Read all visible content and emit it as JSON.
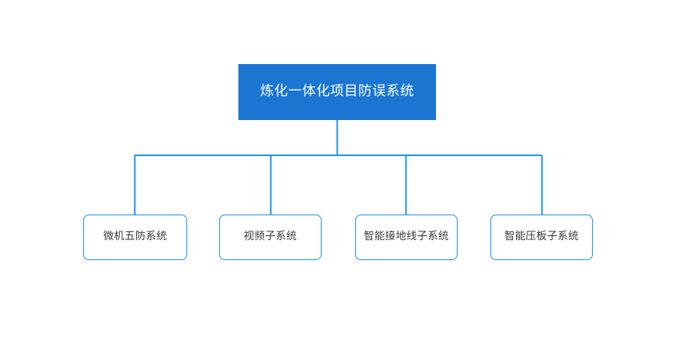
{
  "diagram": {
    "type": "organization-tree",
    "background_color": "#ffffff",
    "root": {
      "label": "炼化一体化项目防误系统",
      "fill_color": "#1b76d2",
      "text_color": "#ffffff"
    },
    "children": [
      {
        "label": "微机五防系统",
        "border_color": "#2196f3",
        "fill_color": "#ffffff",
        "text_color": "#3a3a3a"
      },
      {
        "label": "视频子系统",
        "border_color": "#2196f3",
        "fill_color": "#ffffff",
        "text_color": "#3a3a3a"
      },
      {
        "label": "智能接地线子系统",
        "border_color": "#2196f3",
        "fill_color": "#ffffff",
        "text_color": "#3a3a3a"
      },
      {
        "label": "智能压板子系统",
        "border_color": "#2196f3",
        "fill_color": "#ffffff",
        "text_color": "#3a3a3a"
      }
    ],
    "connector_color": "#2196f3"
  }
}
